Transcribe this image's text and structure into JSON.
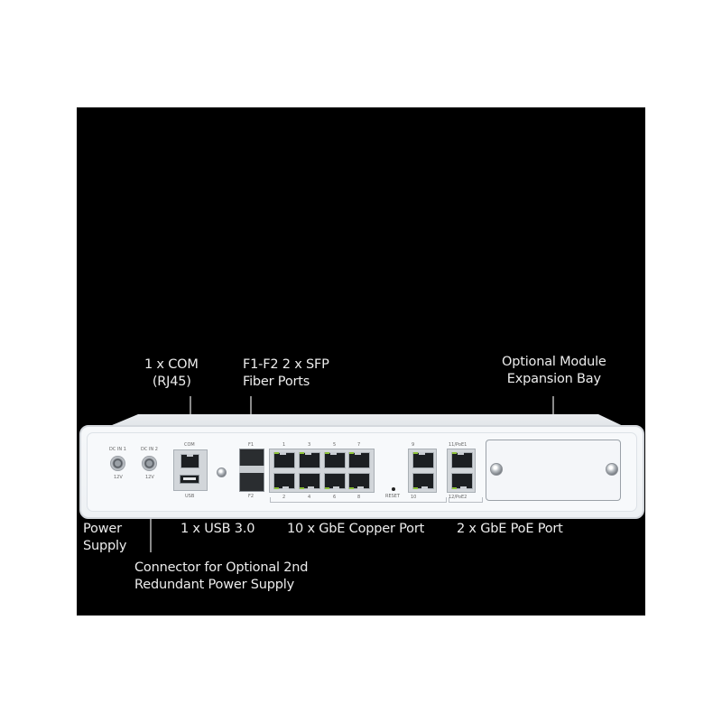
{
  "callouts": {
    "com": {
      "text": "1 x COM\n  (RJ45)"
    },
    "sfp": {
      "text": "F1-F2 2 x SFP\nFiber Ports"
    },
    "module": {
      "text": "Optional Module\nExpansion Bay"
    },
    "power": {
      "text": "Power\nSupply"
    },
    "usb": {
      "text": "1 x USB 3.0"
    },
    "copper": {
      "text": "10 x GbE Copper Port"
    },
    "poe": {
      "text": "2 x GbE PoE Port"
    },
    "redundant": {
      "text": "Connector for Optional 2nd\nRedundant Power Supply"
    }
  },
  "device": {
    "dc_in_1": "DC IN 1",
    "dc_in_2": "DC IN 2",
    "voltage_1": "12V",
    "voltage_2": "12V",
    "com_label": "COM",
    "usb_label": "USB",
    "sfp_top": "F1",
    "sfp_bottom": "F2",
    "copper_top": [
      "1",
      "3",
      "5",
      "7"
    ],
    "copper_bottom": [
      "2",
      "4",
      "6",
      "8"
    ],
    "port9": "9",
    "port10": "10",
    "poe1": "11/PoE1",
    "poe2": "12/PoE2",
    "reset": "RESET"
  },
  "colors": {
    "background": "#000000",
    "label_text": "#ececec",
    "led_green": "#8fc43a",
    "device_body": "#f6f8fa"
  }
}
